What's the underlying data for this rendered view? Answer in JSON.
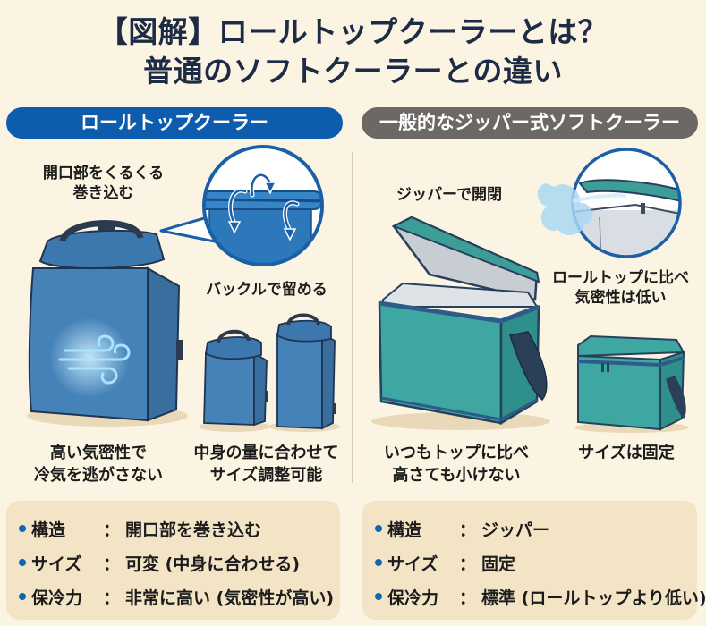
{
  "title": {
    "line1": "【図解】ロールトップクーラーとは？",
    "line2": "普通のソフトクーラーとの違い"
  },
  "colors": {
    "background": "#fbf4e2",
    "rolltop_accent": "#0d5cad",
    "zipper_accent": "#6b6865",
    "rolltop_bag": "#3f78ab",
    "zipper_bag": "#3a9d99",
    "panel_bg": "#f3e4c6",
    "bullet": "#1662b3",
    "title_text": "#1d2b45"
  },
  "left": {
    "header": "ロールトップクーラー",
    "callout_roll": [
      "開口部をくるくる",
      "巻き込む"
    ],
    "callout_buckle": "バックルで留める",
    "caption_airtight": [
      "高い気密性で",
      "冷気を逃がさない"
    ],
    "caption_adjust": [
      "中身の量に合わせて",
      "サイズ調整可能"
    ],
    "icons": [
      "roll-arrows-icon",
      "wind-icon",
      "buckle-icon"
    ],
    "specs": [
      {
        "key": "構造",
        "value": "開口部を巻き込む"
      },
      {
        "key": "サイズ",
        "value": "可変 (中身に合わせる)"
      },
      {
        "key": "保冷力",
        "value": "非常に高い (気密性が高い)"
      }
    ]
  },
  "right": {
    "header": "一般的なジッパー式ソフトクーラー",
    "callout_zipper": "ジッパーで開閉",
    "callout_leak": [
      "ロールトップに比べ",
      "気密性は低い"
    ],
    "caption_height": [
      "いつもトップに比べ",
      "高さても小けない"
    ],
    "caption_fixed": "サイズは固定",
    "icons": [
      "zipper-icon",
      "air-leak-icon"
    ],
    "specs": [
      {
        "key": "構造",
        "value": "ジッパー"
      },
      {
        "key": "サイズ",
        "value": "固定"
      },
      {
        "key": "保冷力",
        "value": "標準 (ロールトップより低い)"
      }
    ]
  }
}
